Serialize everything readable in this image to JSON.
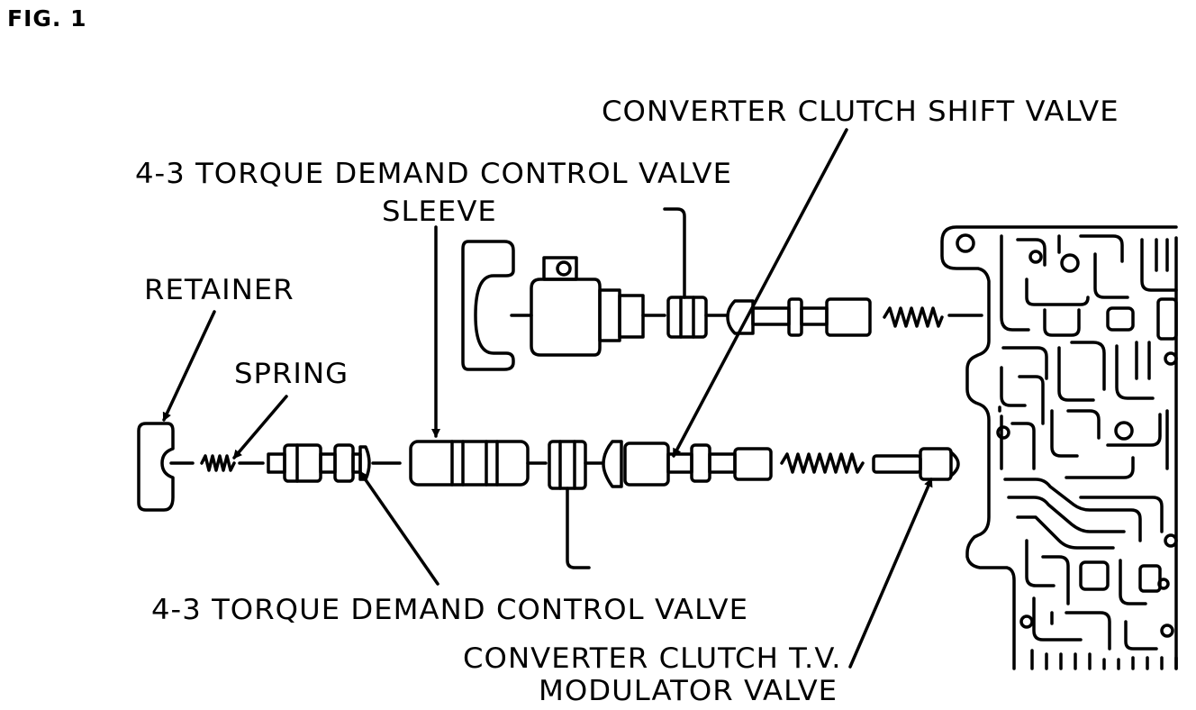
{
  "figure_label": "FIG. 1",
  "labels": {
    "converter_clutch_shift_valve": "CONVERTER CLUTCH SHIFT VALVE",
    "torque_demand_top": "4-3 TORQUE DEMAND CONTROL VALVE",
    "sleeve": "SLEEVE",
    "retainer": "RETAINER",
    "spring": "SPRING",
    "torque_demand_bottom": "4-3 TORQUE DEMAND CONTROL VALVE",
    "tv_modulator_line1": "CONVERTER CLUTCH T.V.",
    "tv_modulator_line2": "MODULATOR VALVE"
  },
  "style": {
    "ink": "#000000",
    "paper": "#ffffff"
  }
}
